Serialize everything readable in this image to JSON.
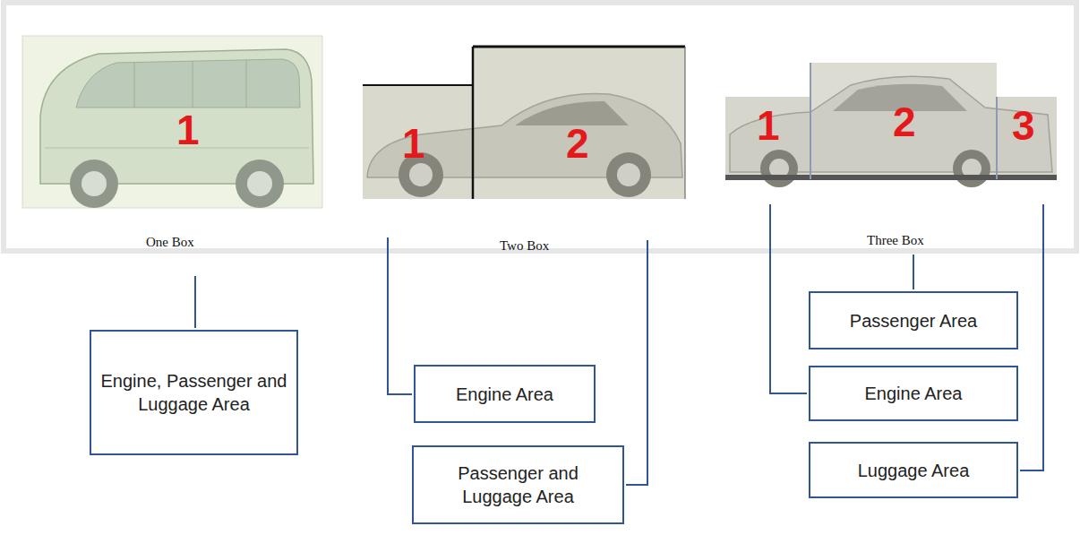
{
  "diagram": {
    "nodes": [
      {
        "text": [
          "Engine, Passenger and Luggage Area"
        ]
      },
      {
        "text": [
          "Engine Area"
        ]
      },
      {
        "text": [
          "Passenger and Luggage Area"
        ]
      },
      {
        "text": [
          "Passenger Area"
        ]
      },
      {
        "text": [
          "Engine Area"
        ]
      },
      {
        "text": [
          "Luggage Area"
        ]
      }
    ],
    "labels": [
      "1",
      "One Box",
      "1",
      "2",
      "Two Box",
      "1",
      "2",
      "3",
      "Three Box"
    ]
  }
}
